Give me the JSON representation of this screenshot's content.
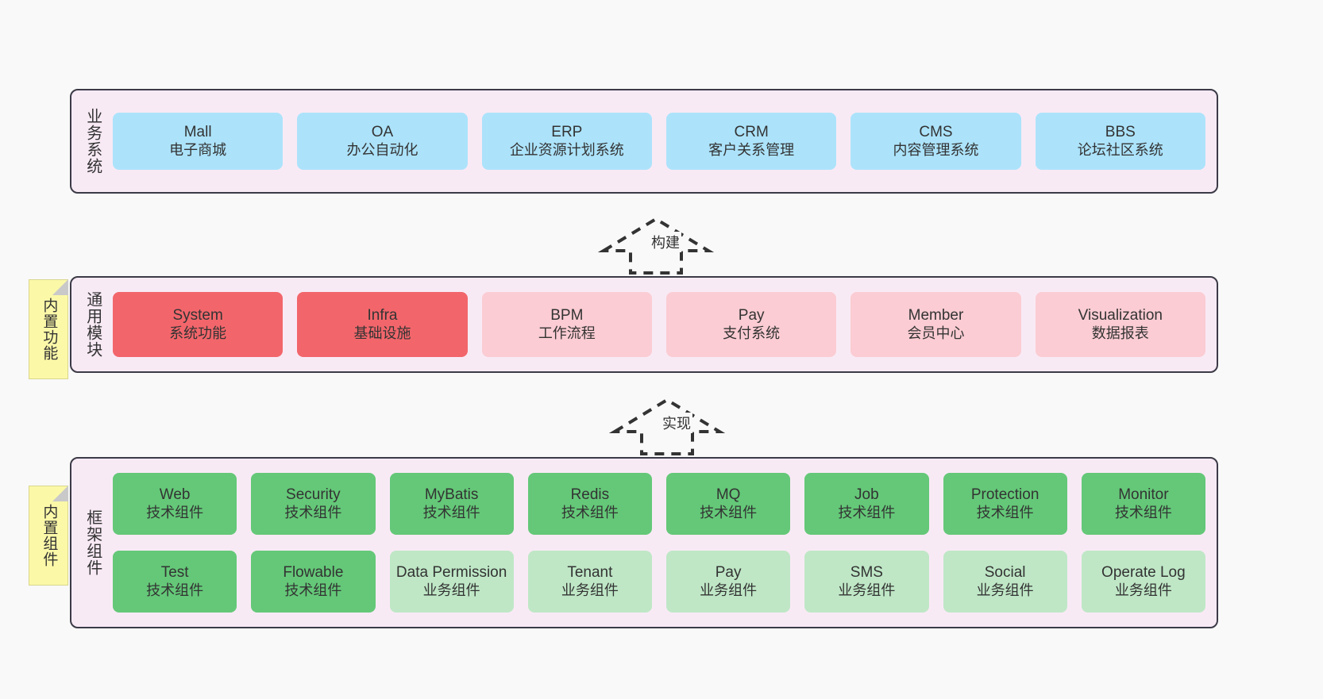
{
  "diagram": {
    "background_color": "#f9f9f9",
    "panel_color": "#f8eaf5",
    "panel_border_color": "#3b3b47",
    "note_color": "#fbf8a8"
  },
  "notes": [
    {
      "name": "builtin-features",
      "label": "内置功能"
    },
    {
      "name": "builtin-components",
      "label": "内置组件"
    }
  ],
  "connectors": [
    {
      "name": "build",
      "label": "构建",
      "style": "dashed-hollow-arrow-up"
    },
    {
      "name": "realize",
      "label": "实现",
      "style": "dashed-hollow-arrow-up"
    }
  ],
  "layers": [
    {
      "name": "business-system",
      "title": "业务系统",
      "tile_color": "#ace3fb",
      "rows": [
        [
          {
            "en": "Mall",
            "cn": "电子商城",
            "color": "blue"
          },
          {
            "en": "OA",
            "cn": "办公自动化",
            "color": "blue"
          },
          {
            "en": "ERP",
            "cn": "企业资源计划系统",
            "color": "blue"
          },
          {
            "en": "CRM",
            "cn": "客户关系管理",
            "color": "blue"
          },
          {
            "en": "CMS",
            "cn": "内容管理系统",
            "color": "blue"
          },
          {
            "en": "BBS",
            "cn": "论坛社区系统",
            "color": "blue"
          }
        ]
      ]
    },
    {
      "name": "common-modules",
      "title": "通用模块",
      "tile_color": "#f2666b",
      "rows": [
        [
          {
            "en": "System",
            "cn": "系统功能",
            "color": "red"
          },
          {
            "en": "Infra",
            "cn": "基础设施",
            "color": "red"
          },
          {
            "en": "BPM",
            "cn": "工作流程",
            "color": "pink"
          },
          {
            "en": "Pay",
            "cn": "支付系统",
            "color": "pink"
          },
          {
            "en": "Member",
            "cn": "会员中心",
            "color": "pink"
          },
          {
            "en": "Visualization",
            "cn": "数据报表",
            "color": "pink"
          }
        ]
      ]
    },
    {
      "name": "framework-components",
      "title": "框架组件",
      "tile_color": "#64c878",
      "rows": [
        [
          {
            "en": "Web",
            "cn": "技术组件",
            "color": "green"
          },
          {
            "en": "Security",
            "cn": "技术组件",
            "color": "green"
          },
          {
            "en": "MyBatis",
            "cn": "技术组件",
            "color": "green"
          },
          {
            "en": "Redis",
            "cn": "技术组件",
            "color": "green"
          },
          {
            "en": "MQ",
            "cn": "技术组件",
            "color": "green"
          },
          {
            "en": "Job",
            "cn": "技术组件",
            "color": "green"
          },
          {
            "en": "Protection",
            "cn": "技术组件",
            "color": "green"
          },
          {
            "en": "Monitor",
            "cn": "技术组件",
            "color": "green"
          }
        ],
        [
          {
            "en": "Test",
            "cn": "技术组件",
            "color": "green"
          },
          {
            "en": "Flowable",
            "cn": "技术组件",
            "color": "green"
          },
          {
            "en": "Data Permission",
            "cn": "业务组件",
            "color": "green-light"
          },
          {
            "en": "Tenant",
            "cn": "业务组件",
            "color": "green-light"
          },
          {
            "en": "Pay",
            "cn": "业务组件",
            "color": "green-light"
          },
          {
            "en": "SMS",
            "cn": "业务组件",
            "color": "green-light"
          },
          {
            "en": "Social",
            "cn": "业务组件",
            "color": "green-light"
          },
          {
            "en": "Operate Log",
            "cn": "业务组件",
            "color": "green-light"
          }
        ]
      ]
    }
  ]
}
